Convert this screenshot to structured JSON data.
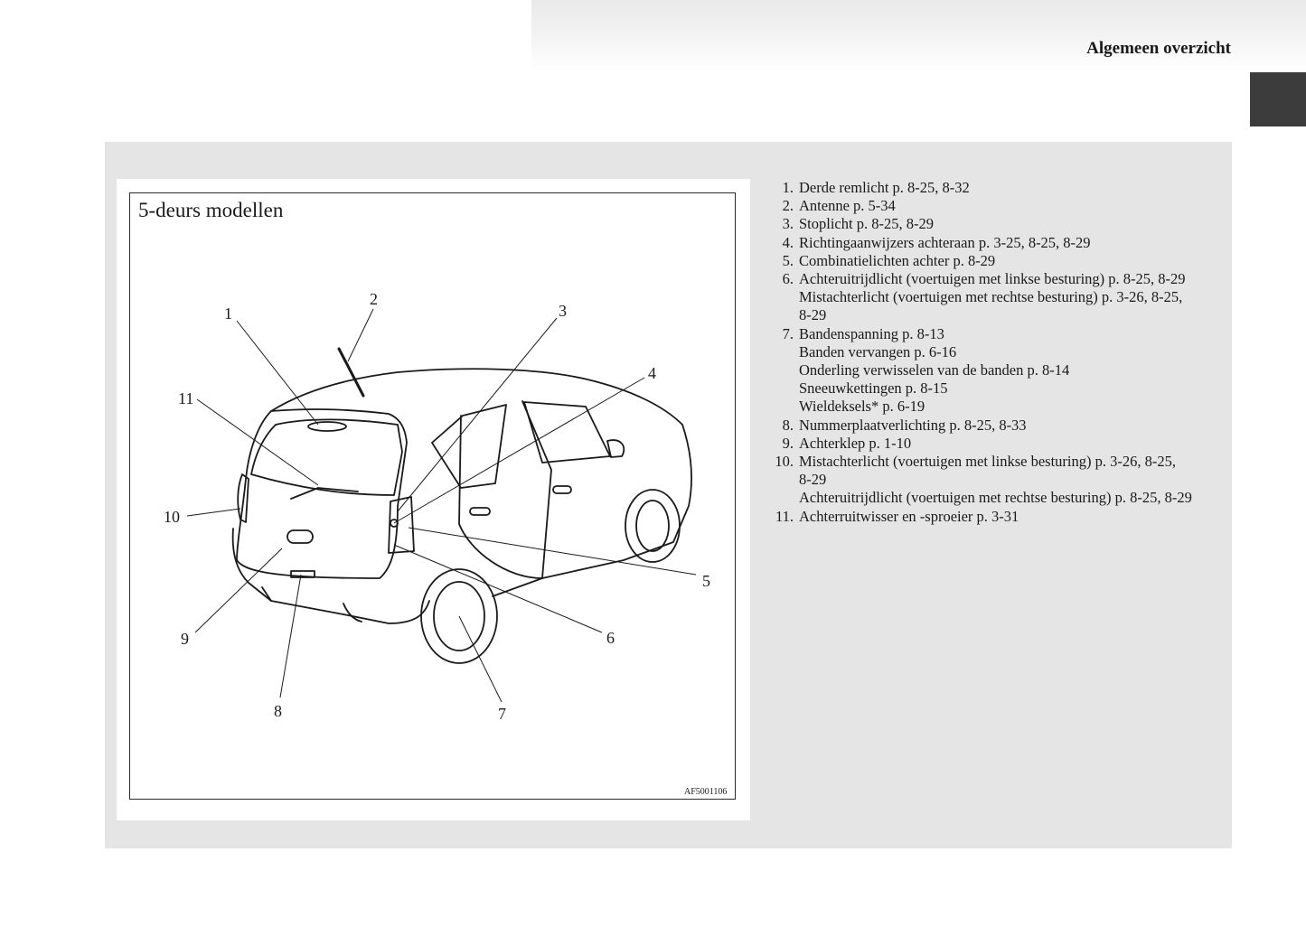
{
  "header": {
    "title": "Algemeen overzicht"
  },
  "figure": {
    "title": "5-deurs modellen",
    "code": "AF5001106",
    "callouts": [
      "1",
      "2",
      "3",
      "4",
      "5",
      "6",
      "7",
      "8",
      "9",
      "10",
      "11"
    ]
  },
  "legend": [
    {
      "num": "1.",
      "lines": [
        "Derde remlicht p. 8-25, 8-32"
      ]
    },
    {
      "num": "2.",
      "lines": [
        "Antenne p. 5-34"
      ]
    },
    {
      "num": "3.",
      "lines": [
        "Stoplicht p. 8-25, 8-29"
      ]
    },
    {
      "num": "4.",
      "lines": [
        "Richtingaanwijzers achteraan p. 3-25, 8-25, 8-29"
      ]
    },
    {
      "num": "5.",
      "lines": [
        "Combinatielichten achter p. 8-29"
      ]
    },
    {
      "num": "6.",
      "lines": [
        "Achteruitrijdlicht (voertuigen met linkse besturing) p. 8-25, 8-29",
        "Mistachterlicht (voertuigen met rechtse besturing) p. 3-26, 8-25,",
        "8-29"
      ]
    },
    {
      "num": "7.",
      "lines": [
        "Bandenspanning p. 8-13",
        "Banden vervangen p. 6-16",
        "Onderling verwisselen van de banden p. 8-14",
        "Sneeuwkettingen p. 8-15",
        "Wieldeksels* p. 6-19"
      ]
    },
    {
      "num": "8.",
      "lines": [
        "Nummerplaatverlichting p. 8-25, 8-33"
      ]
    },
    {
      "num": "9.",
      "lines": [
        "Achterklep p. 1-10"
      ]
    },
    {
      "num": "10.",
      "lines": [
        "Mistachterlicht (voertuigen met linkse besturing) p. 3-26, 8-25,",
        "8-29",
        "Achteruitrijdlicht (voertuigen met rechtse besturing) p. 8-25, 8-29"
      ]
    },
    {
      "num": "11.",
      "lines": [
        "Achterruitwisser en -sproeier p. 3-31"
      ]
    }
  ]
}
